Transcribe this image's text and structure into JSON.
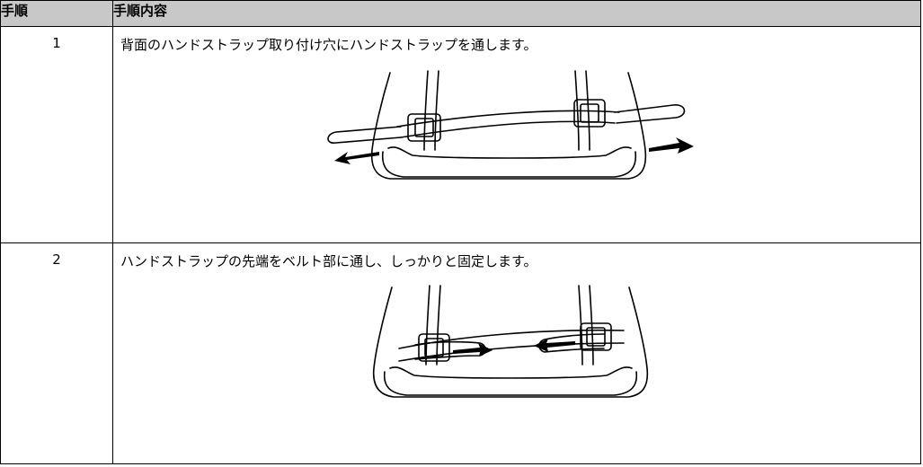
{
  "table": {
    "headers": [
      "手順",
      "手順内容"
    ],
    "rows": [
      {
        "step": "1",
        "text": "背面のハンドストラップ取り付け穴にハンドストラップを通します。"
      },
      {
        "step": "2",
        "text": "ハンドストラップの先端をベルト部に通し、しっかりと固定します。"
      }
    ]
  }
}
